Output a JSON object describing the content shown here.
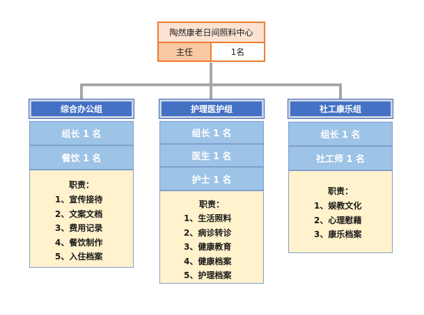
{
  "root": {
    "title": "陶然康老日间照料中心",
    "role_label": "主任",
    "role_count": "1名"
  },
  "groups": [
    {
      "header": "综合办公组",
      "roles": [
        "组长 1 名",
        "餐饮 1 名"
      ],
      "duty_title": "职责：",
      "duties": [
        "1、宣传接待",
        "2、文案文档",
        "3、费用记录",
        "4、餐饮制作",
        "5、入住档案"
      ]
    },
    {
      "header": "护理医护组",
      "roles": [
        "组长 1 名",
        "医生 1 名",
        "护士 1 名"
      ],
      "duty_title": "职责：",
      "duties": [
        "1、生活照料",
        "2、病诊转诊",
        "3、健康教育",
        "4、健康档案",
        "5、护理档案"
      ]
    },
    {
      "header": "社工康乐组",
      "roles": [
        "组长 1 名",
        "社工师 1 名"
      ],
      "duty_title": "职责：",
      "duties": [
        "1、娱教文化",
        "2、心理慰藉",
        "3、康乐档案"
      ]
    }
  ],
  "colors": {
    "top_border": "#ee7b30",
    "top_fill": "#fbe2d2",
    "top_accent": "#f8c8a4",
    "header_fill": "#4571c4",
    "role_fill": "#9dc3e6",
    "duty_fill": "#fff2cc",
    "connector": "#a6a6a6"
  }
}
